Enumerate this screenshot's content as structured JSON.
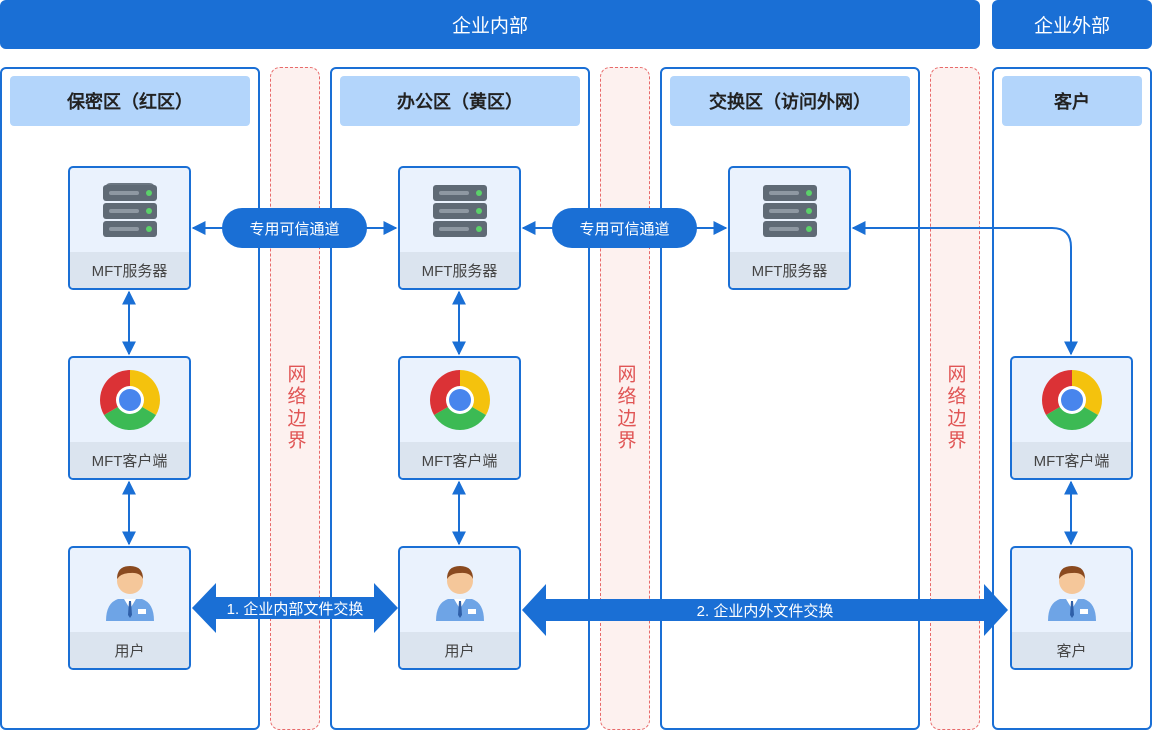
{
  "header": {
    "internal": "企业内部",
    "external": "企业外部"
  },
  "zones": [
    {
      "title": "保密区（红区）"
    },
    {
      "title": "办公区（黄区）"
    },
    {
      "title": "交换区（访问外网）"
    },
    {
      "title": "客户"
    }
  ],
  "boundary_label": "网络边界",
  "nodes": {
    "server": "MFT服务器",
    "client": "MFT客户端",
    "user": "用户",
    "customer": "客户"
  },
  "channels": {
    "trusted": "专用可信通道"
  },
  "exchanges": {
    "internal": "1. 企业内部文件交换",
    "external": "2. 企业内外文件交换"
  },
  "colors": {
    "primary": "#1a6fd5",
    "zone_title_bg": "#b3d5fb",
    "boundary": "#e86a6a",
    "node_bg": "#eaf2fd"
  },
  "icons": [
    "server-icon",
    "chrome-icon",
    "user-icon"
  ]
}
